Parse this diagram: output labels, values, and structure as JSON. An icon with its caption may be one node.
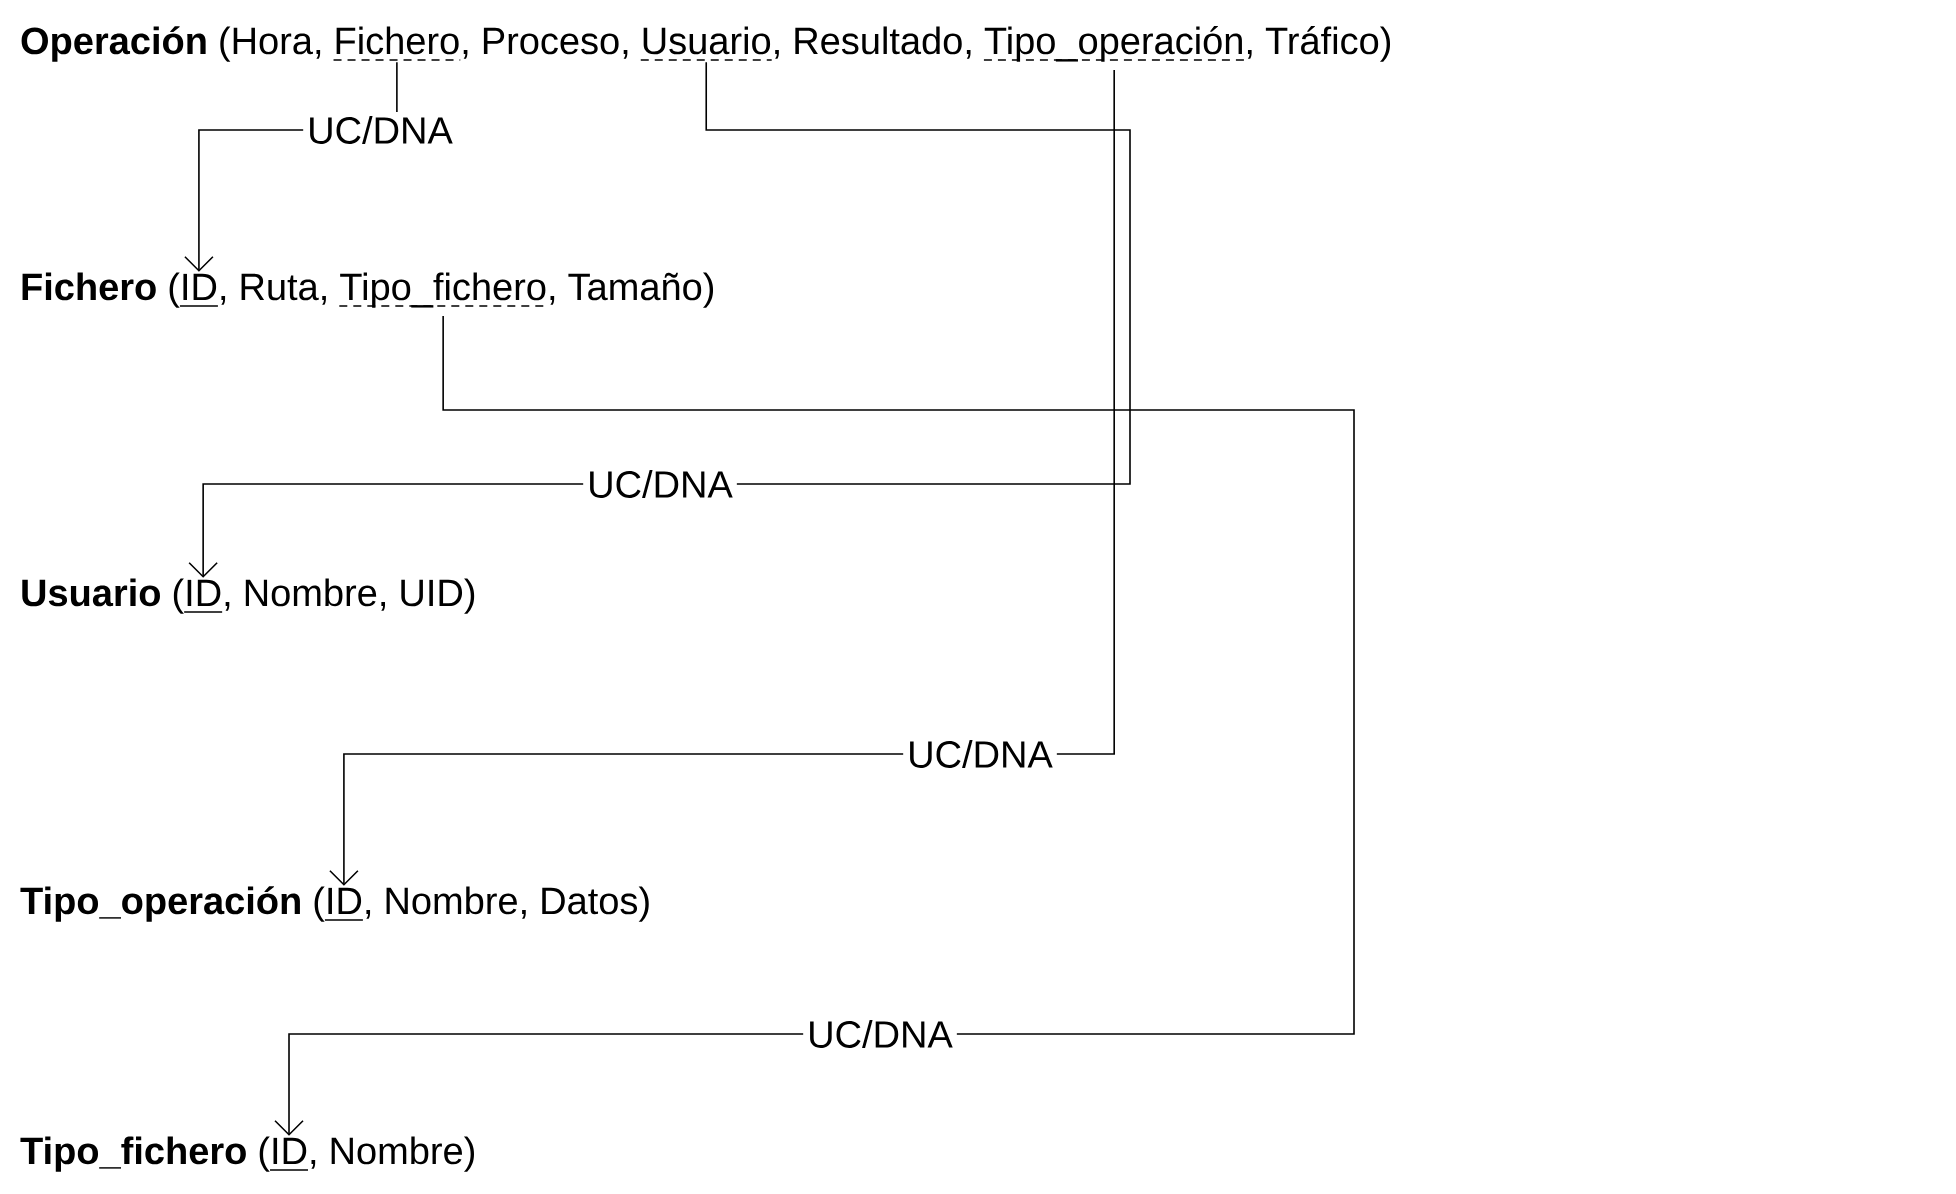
{
  "diagram": {
    "nodes": [
      {
        "text": [
          "Operación",
          "(",
          "Hora",
          ",",
          "Fichero",
          ",",
          "Proceso",
          ",",
          "Usuario",
          ",",
          "Resultado",
          ",",
          "Tipo_operación",
          ",",
          "Tráfico",
          ")"
        ]
      },
      {
        "text": [
          "Fichero",
          "(",
          "ID",
          ",",
          "Ruta",
          ",",
          "Tipo_fichero",
          ",",
          "Tamaño",
          ")"
        ]
      },
      {
        "text": [
          "Usuario",
          "(",
          "ID",
          ",",
          "Nombre",
          ",",
          "UID",
          ")"
        ]
      },
      {
        "text": [
          "Tipo_operación",
          "(",
          "ID",
          ",",
          "Nombre",
          ",",
          "Datos",
          ")"
        ]
      },
      {
        "text": [
          "Tipo_fichero",
          "(",
          "ID",
          ",",
          "Nombre",
          ")"
        ]
      }
    ],
    "edges": [
      {
        "from": 0,
        "to": 1,
        "arrow": "to",
        "label": "UC/DNA"
      },
      {
        "from": 0,
        "to": 2,
        "arrow": "to",
        "label": "UC/DNA"
      },
      {
        "from": 0,
        "to": 3,
        "arrow": "to",
        "label": "UC/DNA"
      },
      {
        "from": 1,
        "to": 4,
        "arrow": "to",
        "label": "UC/DNA"
      }
    ]
  }
}
